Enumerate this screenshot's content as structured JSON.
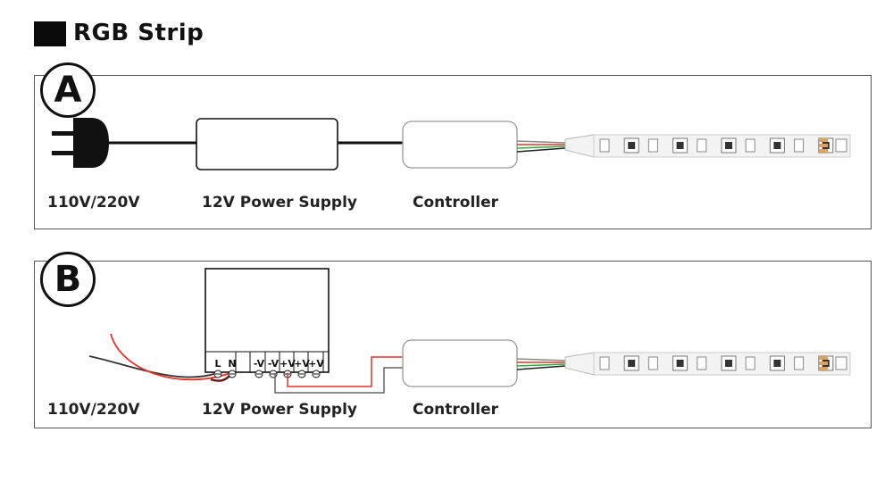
{
  "title": "RGB Strip",
  "diagram_a": {
    "badge": "A",
    "labels": {
      "mains": "110V/220V",
      "power_supply": "12V Power Supply",
      "controller": "Controller"
    }
  },
  "diagram_b": {
    "badge": "B",
    "labels": {
      "mains": "110V/220V",
      "power_supply": "12V Power Supply",
      "controller": "Controller"
    },
    "terminals": [
      "L",
      "N",
      "-V",
      "-V",
      "+V",
      "+V",
      "+V"
    ]
  },
  "colors": {
    "wire_red": "#e0362c",
    "wire_green": "#2fa84a",
    "wire_black": "#222222",
    "wire_gray": "#888888",
    "strip_fill": "#f3f3f3"
  }
}
